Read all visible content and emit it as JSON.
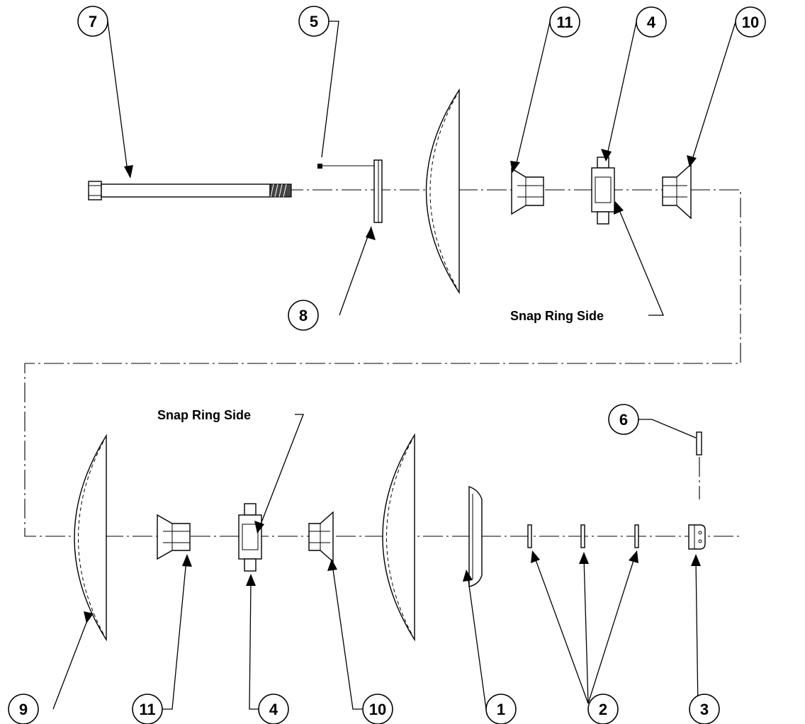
{
  "balloons": [
    {
      "id": "b7-top",
      "label": "7"
    },
    {
      "id": "b5-top",
      "label": "5"
    },
    {
      "id": "b11-top",
      "label": "11"
    },
    {
      "id": "b4-top",
      "label": "4"
    },
    {
      "id": "b10-top",
      "label": "10"
    },
    {
      "id": "b8-top",
      "label": "8"
    },
    {
      "id": "b6-bottom",
      "label": "6"
    },
    {
      "id": "b9-bottom",
      "label": "9"
    },
    {
      "id": "b11-bottom",
      "label": "11"
    },
    {
      "id": "b4-bottom",
      "label": "4"
    },
    {
      "id": "b10-bottom",
      "label": "10"
    },
    {
      "id": "b1-bottom",
      "label": "1"
    },
    {
      "id": "b2-bottom",
      "label": "2"
    },
    {
      "id": "b3-bottom",
      "label": "3"
    }
  ],
  "notes": {
    "snap_ring_top": "Snap Ring Side",
    "snap_ring_bottom": "Snap Ring Side"
  }
}
